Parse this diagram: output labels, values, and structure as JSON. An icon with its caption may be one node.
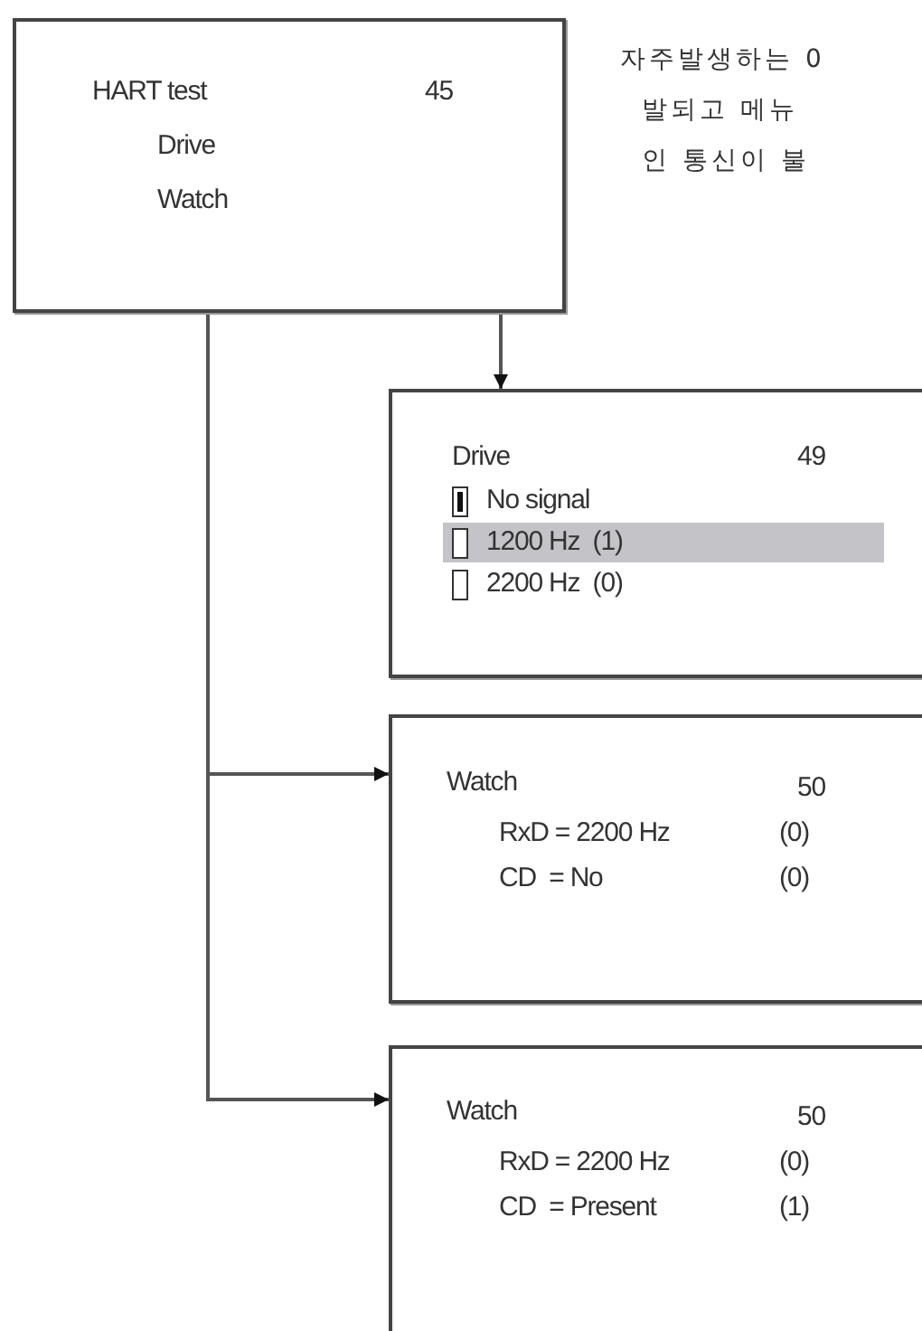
{
  "diagram": {
    "nodes": [
      {
        "text": [
          "HART test",
          "45"
        ]
      },
      {
        "text": [
          "Drive"
        ],
        "in": 0
      },
      {
        "text": [
          "Watch"
        ],
        "in": 0
      },
      {
        "text": [
          "Drive",
          "49",
          "No signal",
          "1200 Hz  (1)",
          "2200 Hz  (0)"
        ]
      },
      {
        "text": [
          "Watch",
          "50",
          "RxD = 2200 Hz",
          "(0)",
          "CD  = No",
          "(0)"
        ]
      },
      {
        "text": [
          "Watch",
          "50",
          "RxD = 2200 Hz",
          "(0)",
          "CD  = Present",
          "(1)"
        ]
      }
    ],
    "edges": [
      {
        "from": 1,
        "to": 3,
        "arrow": "to"
      },
      {
        "from": 2,
        "to": 4,
        "arrow": "to"
      },
      {
        "from": 2,
        "to": 5,
        "arrow": "to"
      }
    ],
    "labels": [
      "자주발생하는 0",
      "발되고 메뉴",
      "인 통신이 불"
    ]
  }
}
